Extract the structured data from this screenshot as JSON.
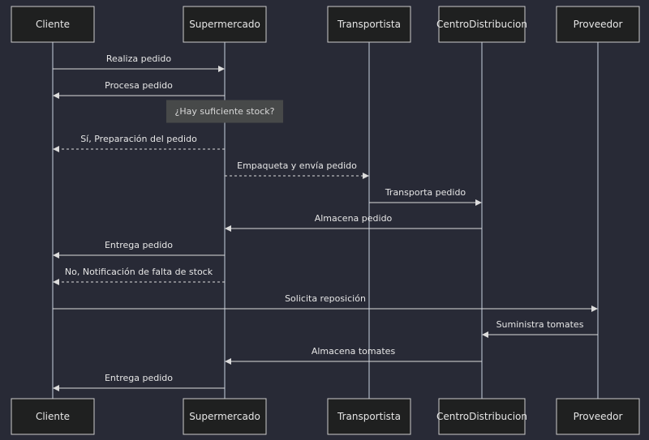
{
  "diagram": {
    "participants": [
      {
        "id": "cliente",
        "label": "Cliente"
      },
      {
        "id": "supermercado",
        "label": "Supermercado"
      },
      {
        "id": "transportista",
        "label": "Transportista"
      },
      {
        "id": "centro",
        "label": "CentroDistribucion"
      },
      {
        "id": "proveedor",
        "label": "Proveedor"
      }
    ],
    "note": {
      "over": "supermercado",
      "text": "¿Hay suficiente stock?"
    },
    "messages": [
      {
        "from": "cliente",
        "to": "supermercado",
        "text": "Realiza pedido",
        "style": "solid"
      },
      {
        "from": "supermercado",
        "to": "cliente",
        "text": "Procesa pedido",
        "style": "solid"
      },
      {
        "from": "supermercado",
        "to": "cliente",
        "text": "Sí, Preparación del pedido",
        "style": "dashed"
      },
      {
        "from": "supermercado",
        "to": "transportista",
        "text": "Empaqueta y envía pedido",
        "style": "dashed"
      },
      {
        "from": "transportista",
        "to": "centro",
        "text": "Transporta pedido",
        "style": "solid"
      },
      {
        "from": "centro",
        "to": "supermercado",
        "text": "Almacena pedido",
        "style": "solid"
      },
      {
        "from": "supermercado",
        "to": "cliente",
        "text": "Entrega pedido",
        "style": "solid"
      },
      {
        "from": "supermercado",
        "to": "cliente",
        "text": "No, Notificación de falta de stock",
        "style": "dashed"
      },
      {
        "from": "cliente",
        "to": "proveedor",
        "text": "Solicita reposición",
        "style": "solid"
      },
      {
        "from": "proveedor",
        "to": "centro",
        "text": "Suministra tomates",
        "style": "solid"
      },
      {
        "from": "centro",
        "to": "supermercado",
        "text": "Almacena tomates",
        "style": "solid"
      },
      {
        "from": "supermercado",
        "to": "cliente",
        "text": "Entrega pedido",
        "style": "solid"
      }
    ]
  }
}
